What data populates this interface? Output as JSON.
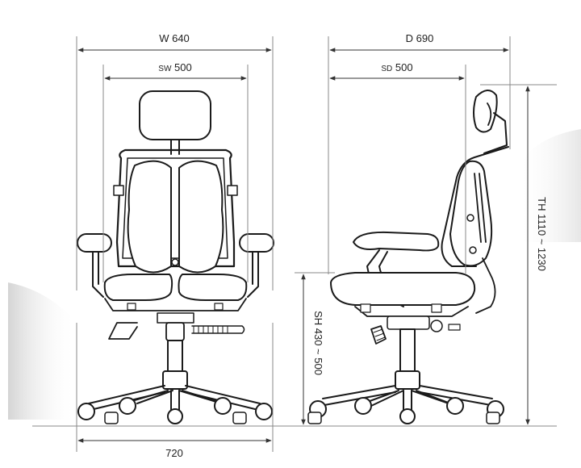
{
  "dimensions": {
    "width": {
      "prefix": "W",
      "value": "640"
    },
    "seat_width": {
      "prefix": "SW",
      "value": "500"
    },
    "depth": {
      "prefix": "D",
      "value": "690"
    },
    "seat_depth": {
      "prefix": "SD",
      "value": "500"
    },
    "total_height": {
      "prefix": "TH",
      "value": "1110 ~ 1230"
    },
    "seat_height": {
      "prefix": "SH",
      "value": "430 ~ 500"
    },
    "base_width": {
      "prefix": "",
      "value": "720"
    }
  },
  "colors": {
    "line": "#1a1a1a",
    "dim_line": "#333333",
    "shadow": "#d9d9d9"
  }
}
